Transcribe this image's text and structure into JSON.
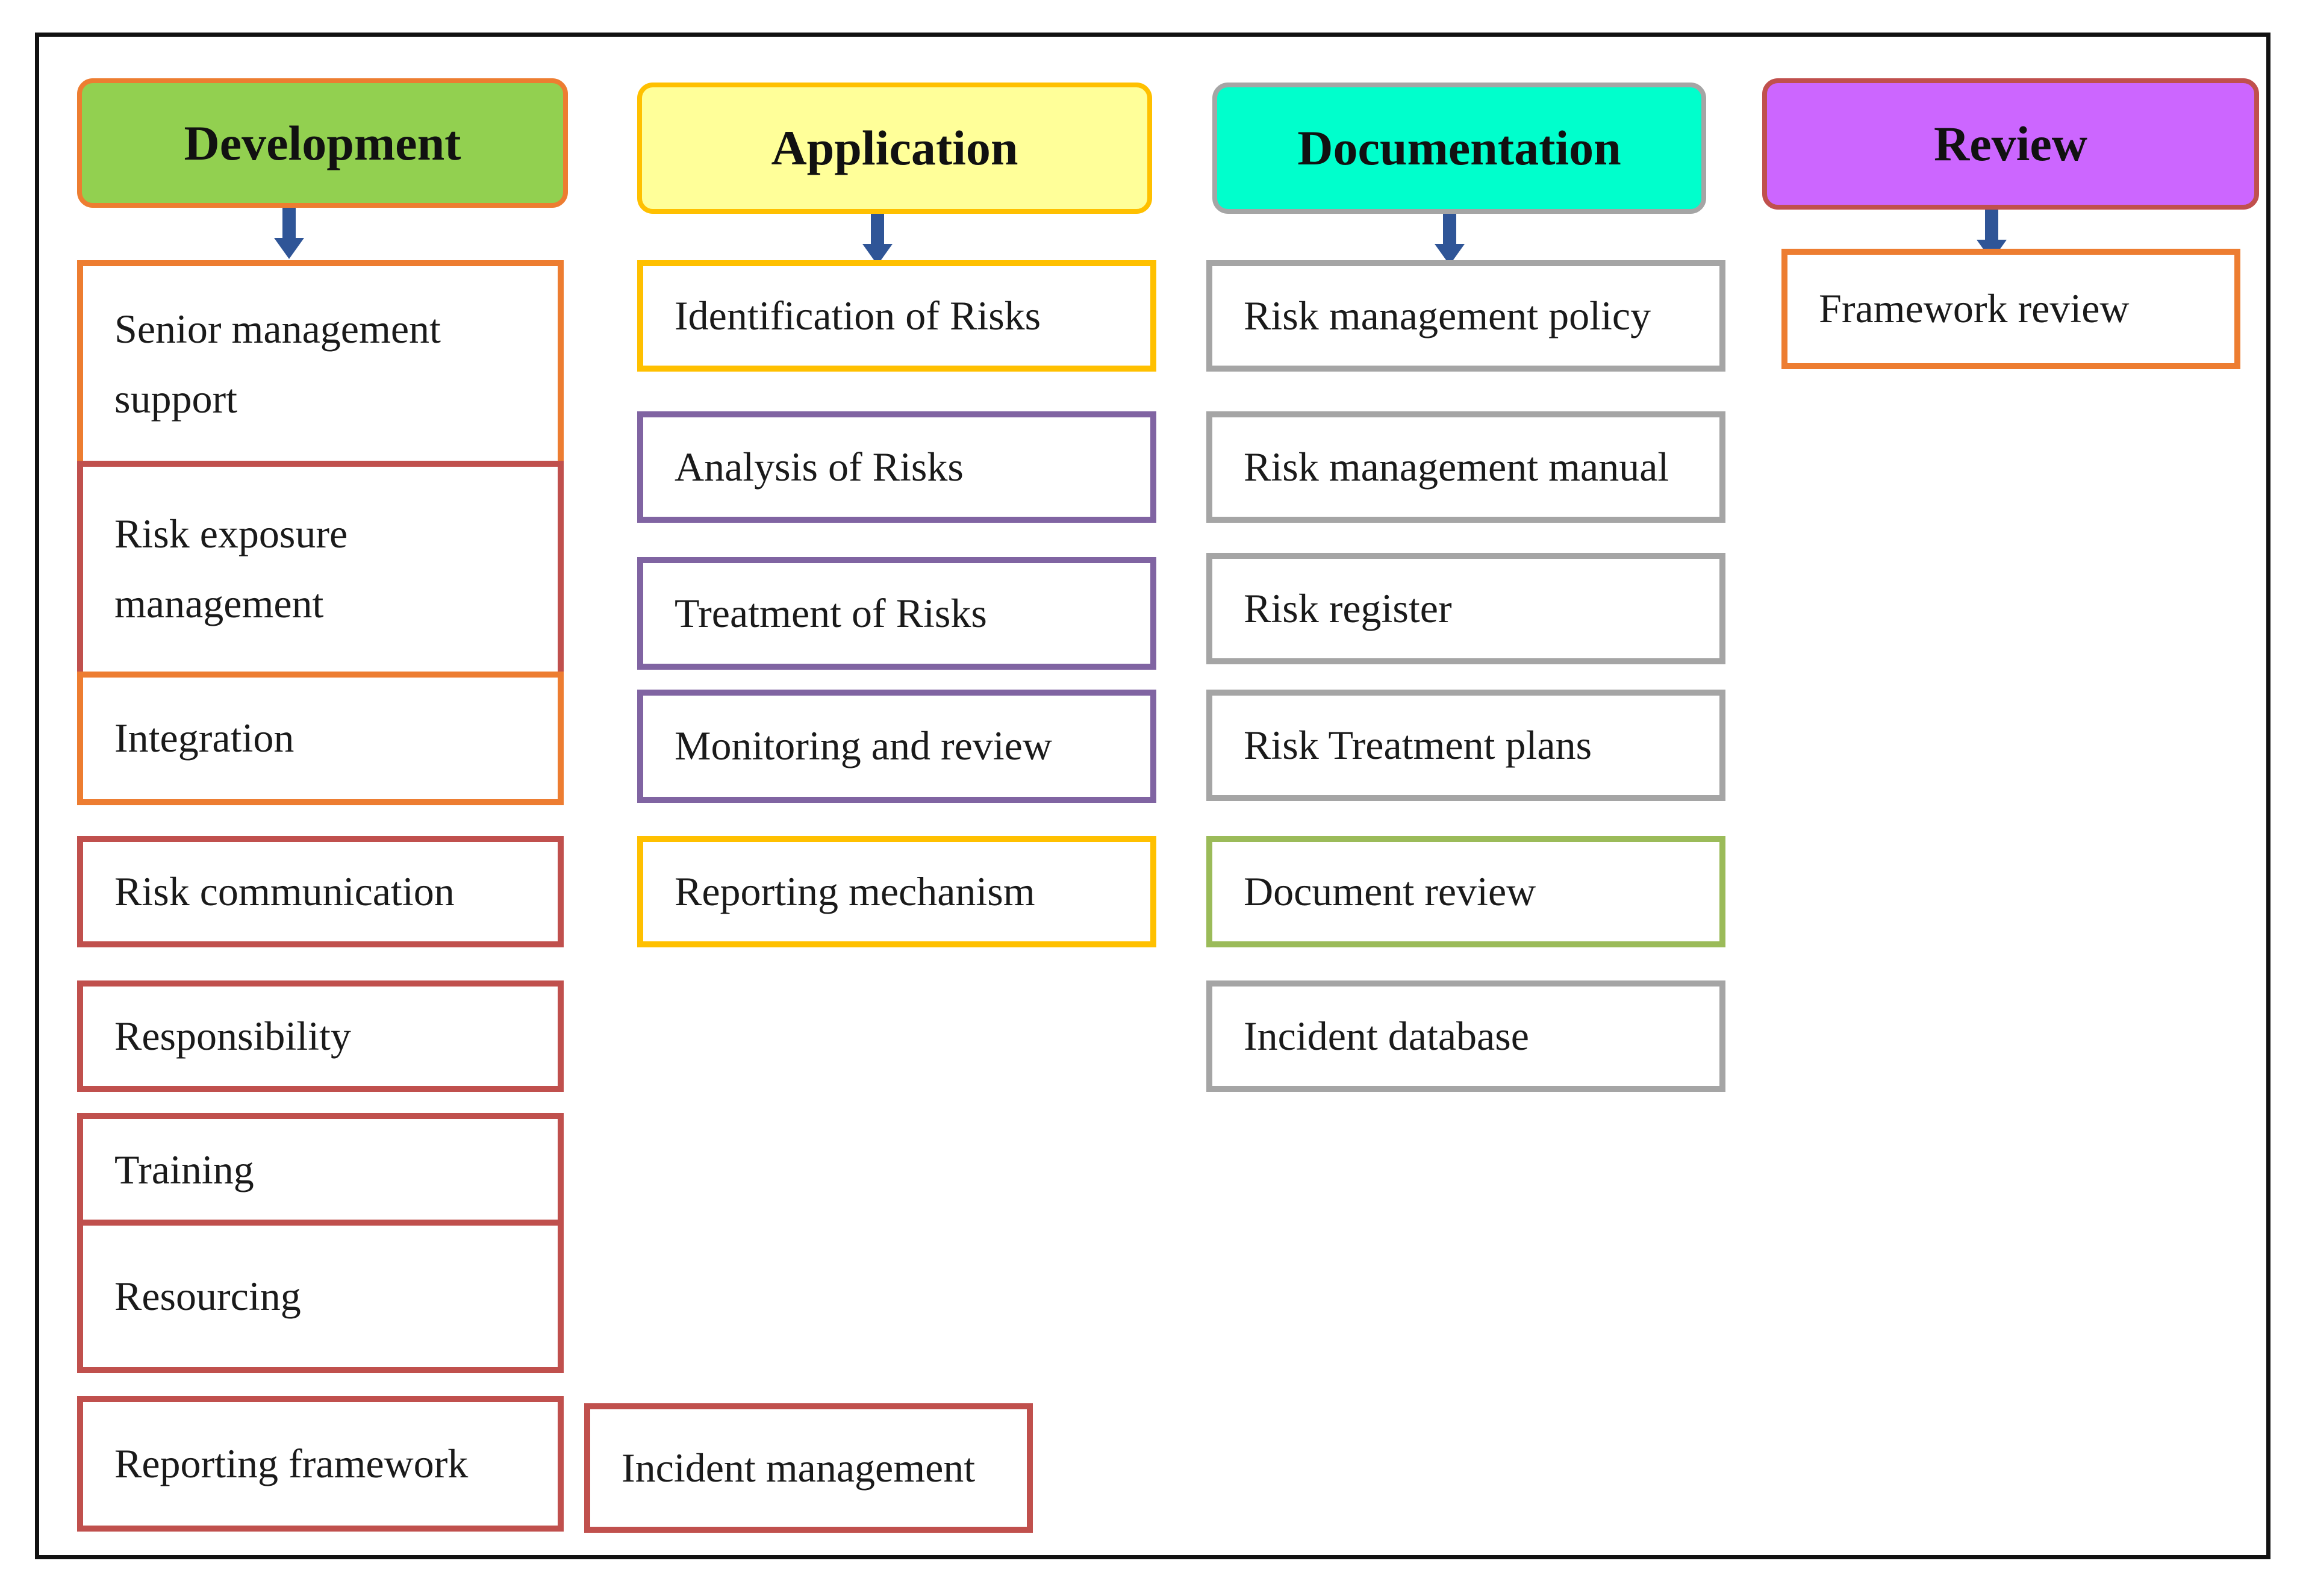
{
  "columns": [
    {
      "header": "Development",
      "header_color": "#92d050",
      "header_border": "#ed7d31",
      "items": [
        {
          "label": "Senior management\nsupport",
          "border": "#ed7d31"
        },
        {
          "label": "Risk exposure\nmanagement",
          "border": "#c0504d"
        },
        {
          "label": "Integration",
          "border": "#ed7d31"
        },
        {
          "label": "Risk communication",
          "border": "#c0504d"
        },
        {
          "label": "Responsibility",
          "border": "#c0504d"
        },
        {
          "label": "Training",
          "border": "#c0504d"
        },
        {
          "label": "Resourcing",
          "border": "#c0504d"
        },
        {
          "label": "Reporting framework",
          "border": "#c0504d"
        }
      ]
    },
    {
      "header": "Application",
      "header_color": "#ffff99",
      "header_border": "#ffc000",
      "items": [
        {
          "label": "Identification of Risks",
          "border": "#ffc000"
        },
        {
          "label": "Analysis of Risks",
          "border": "#8064a2"
        },
        {
          "label": "Treatment of Risks",
          "border": "#8064a2"
        },
        {
          "label": "Monitoring and review",
          "border": "#8064a2"
        },
        {
          "label": "Reporting mechanism",
          "border": "#ffc000"
        },
        {
          "label": "Incident management",
          "border": "#c0504d"
        }
      ]
    },
    {
      "header": "Documentation",
      "header_color": "#00ffcc",
      "header_border": "#a5a5a5",
      "items": [
        {
          "label": "Risk management policy",
          "border": "#a5a5a5"
        },
        {
          "label": "Risk management manual",
          "border": "#a5a5a5"
        },
        {
          "label": "Risk register",
          "border": "#a5a5a5"
        },
        {
          "label": "Risk Treatment plans",
          "border": "#a5a5a5"
        },
        {
          "label": "Document review",
          "border": "#9bbb59"
        },
        {
          "label": "Incident database",
          "border": "#a5a5a5"
        }
      ]
    },
    {
      "header": "Review",
      "header_color": "#cc66ff",
      "header_border": "#c0504d",
      "items": [
        {
          "label": "Framework review",
          "border": "#ed7d31"
        }
      ]
    }
  ],
  "arrow_color": "#2f5597"
}
